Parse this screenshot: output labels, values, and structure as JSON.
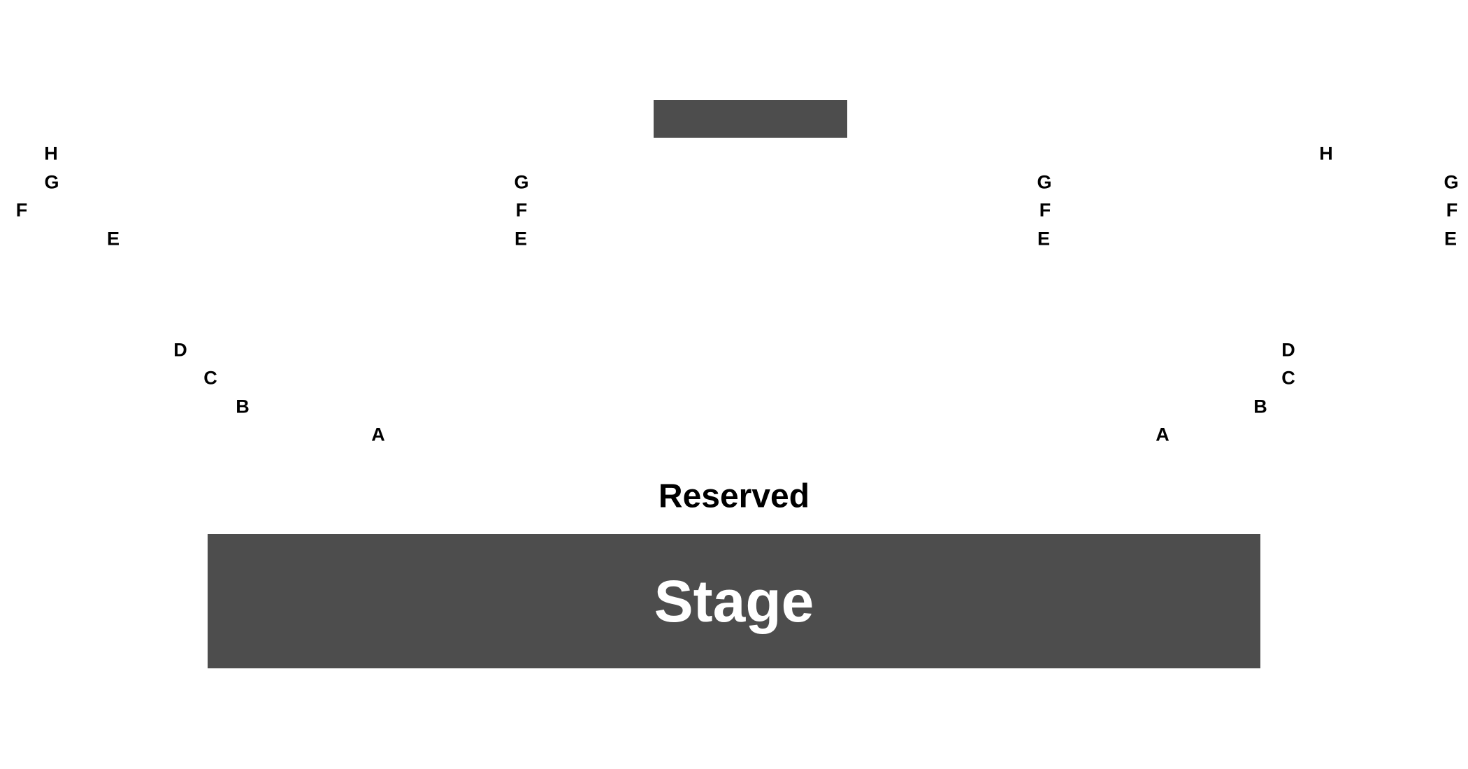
{
  "colors": {
    "block_fill": "#4d4d4d",
    "background": "#ffffff",
    "label_text": "#000000",
    "stage_text": "#ffffff"
  },
  "reserved": {
    "label": "Reserved"
  },
  "stage": {
    "label": "Stage"
  },
  "sections": [
    {
      "name": "left",
      "rows": [
        "H",
        "G",
        "F",
        "E",
        "D",
        "C",
        "B",
        "A"
      ]
    },
    {
      "name": "center-left",
      "rows": [
        "G",
        "F",
        "E"
      ]
    },
    {
      "name": "center-right",
      "rows": [
        "G",
        "F",
        "E"
      ]
    },
    {
      "name": "right",
      "rows": [
        "H",
        "D",
        "C",
        "B",
        "A"
      ]
    },
    {
      "name": "far-right",
      "rows": [
        "G",
        "F",
        "E"
      ]
    }
  ]
}
